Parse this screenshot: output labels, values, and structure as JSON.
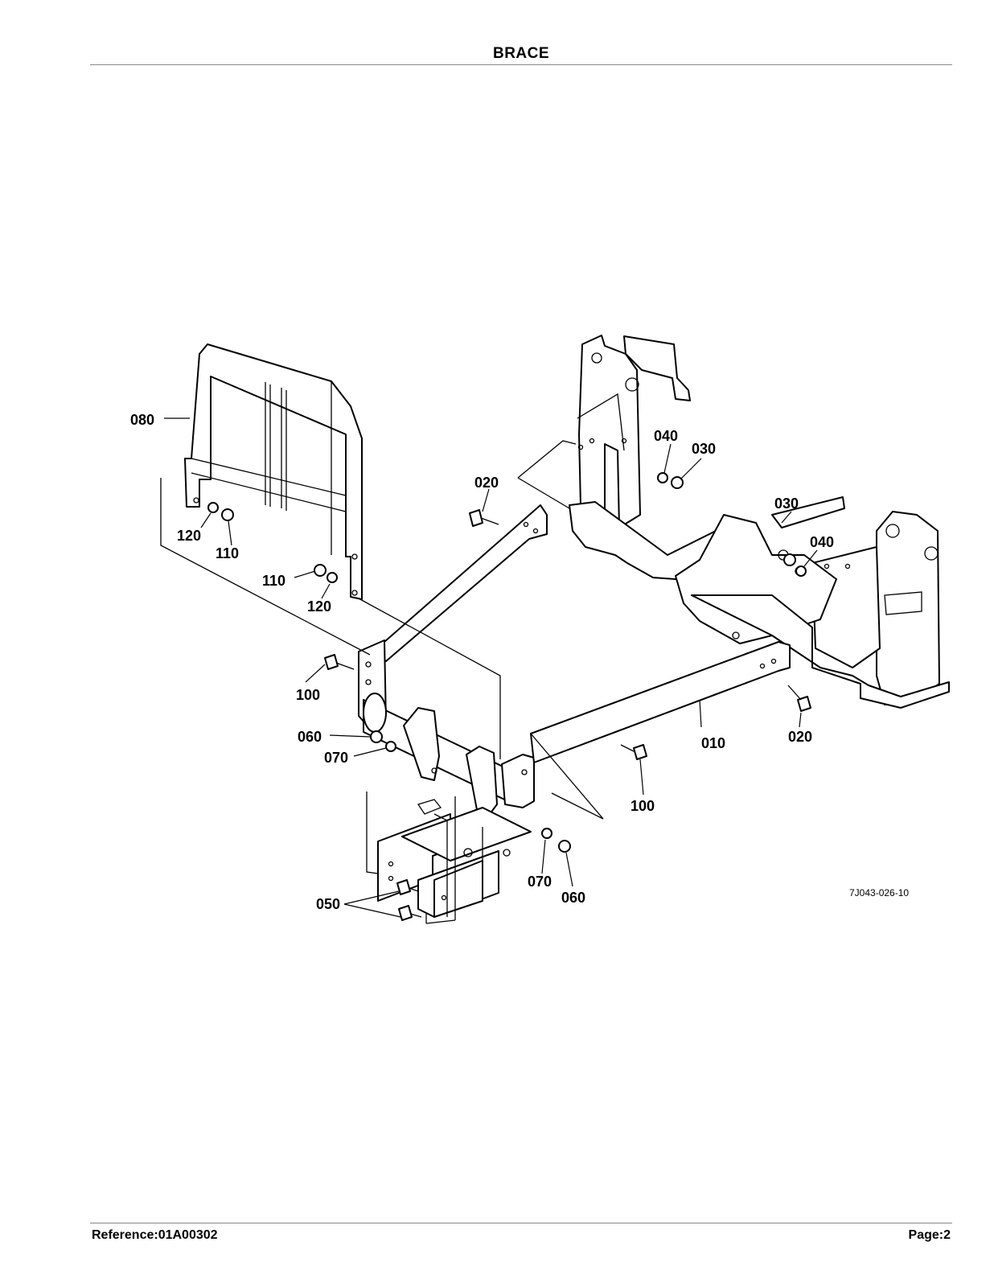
{
  "header": {
    "title": "BRACE"
  },
  "footer": {
    "reference": "Reference:01A00302",
    "page": "Page:2"
  },
  "diagram": {
    "drawing_code": "7J043-026-10",
    "callouts": {
      "c080": "080",
      "c040": "040",
      "c030a": "030",
      "c020a": "020",
      "c030b": "030",
      "c040b": "040",
      "c120a": "120",
      "c110a": "110",
      "c110b": "110",
      "c120b": "120",
      "c100a": "100",
      "c010": "010",
      "c020b": "020",
      "c060a": "060",
      "c070a": "070",
      "c100b": "100",
      "c070b": "070",
      "c060b": "060",
      "c050": "050"
    }
  }
}
